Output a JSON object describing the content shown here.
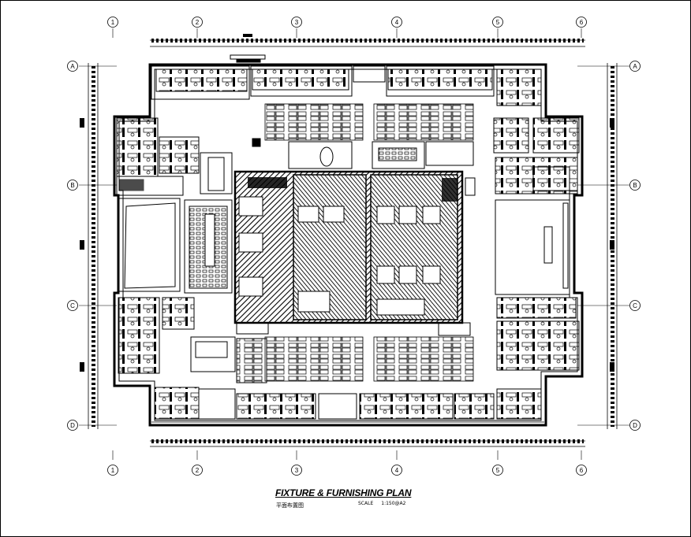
{
  "drawing": {
    "title": "FIXTURE & FURNISHING PLAN",
    "subtitle": "平面布置图",
    "scale_label": "SCALE",
    "scale_value": "1:150@A2"
  },
  "grid": {
    "columns": [
      "1",
      "2",
      "3",
      "4",
      "5",
      "6"
    ],
    "rows": [
      "A",
      "B",
      "C",
      "D"
    ]
  },
  "colors": {
    "line": "#000000",
    "background": "#ffffff"
  }
}
